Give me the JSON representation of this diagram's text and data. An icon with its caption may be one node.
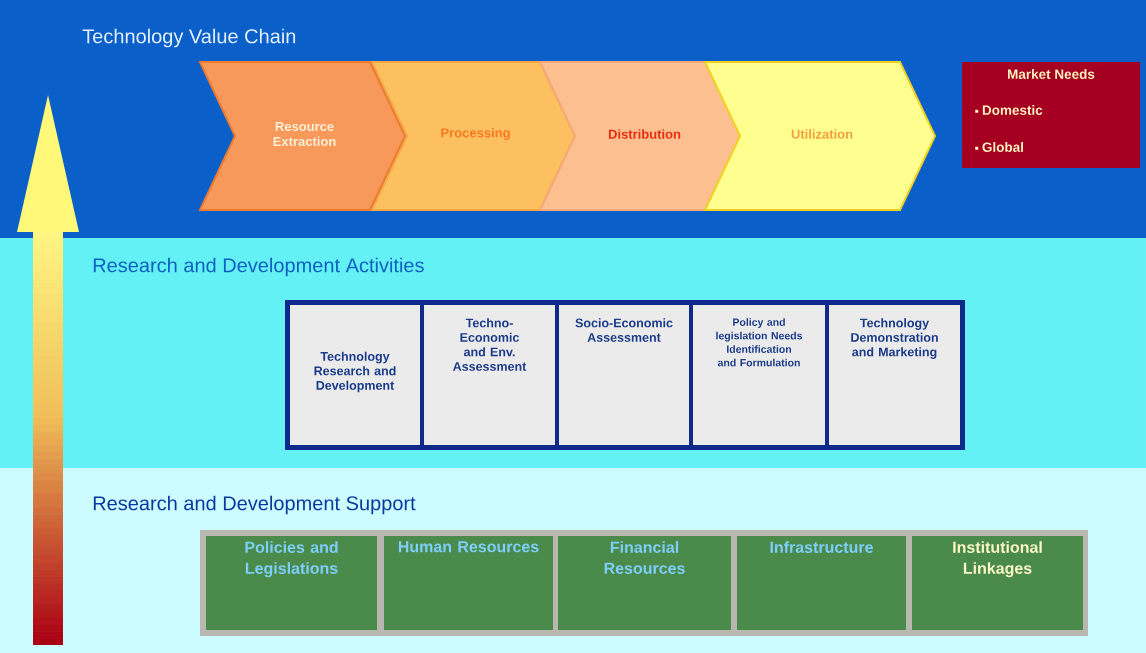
{
  "diagram": {
    "nodes": [
      {
        "text": [
          "Technology Value Chain"
        ]
      },
      {
        "text": [
          "Resource Extraction"
        ],
        "in": 0
      },
      {
        "text": [
          "Processing"
        ],
        "in": 0
      },
      {
        "text": [
          "Distribution"
        ],
        "in": 0
      },
      {
        "text": [
          "Utilization"
        ],
        "in": 0
      },
      {
        "text": [
          "Market Needs",
          "Domestic",
          "Global"
        ],
        "in": 0
      },
      {
        "text": [
          "Research and Development Activities"
        ]
      },
      {
        "text": [
          "Technology Research and Development"
        ],
        "in": 6
      },
      {
        "text": [
          "Techno-Economic and Env. Assessment"
        ],
        "in": 6
      },
      {
        "text": [
          "Socio-Economic Assessment"
        ],
        "in": 6
      },
      {
        "text": [
          "Policy and legislation Needs Identification and Formulation"
        ],
        "in": 6
      },
      {
        "text": [
          "Technology Demonstration and Marketing"
        ],
        "in": 6
      },
      {
        "text": [
          "Research and Development Support"
        ]
      },
      {
        "text": [
          "Policies and Legislations"
        ],
        "in": 12
      },
      {
        "text": [
          "Human Resources"
        ],
        "in": 12
      },
      {
        "text": [
          "Financial Resources"
        ],
        "in": 12
      },
      {
        "text": [
          "Infrastructure"
        ],
        "in": 12
      },
      {
        "text": [
          "Institutional Linkages"
        ],
        "in": 12
      }
    ],
    "edges": []
  }
}
